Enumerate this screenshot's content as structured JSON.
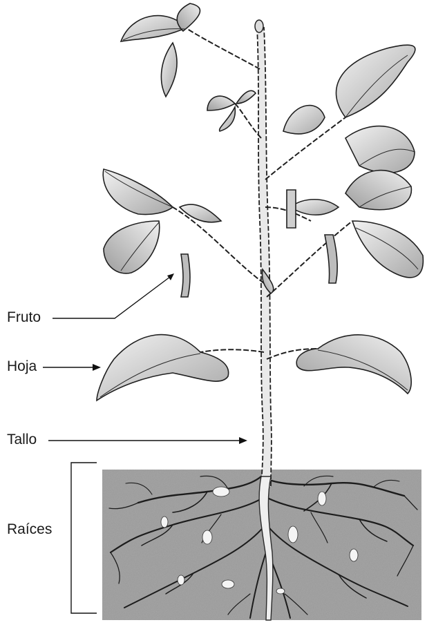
{
  "labels": {
    "fruto": "Fruto",
    "hoja": "Hoja",
    "tallo": "Tallo",
    "raices": "Raíces"
  },
  "colors": {
    "soil": "#a9a9a9",
    "leaf": "#d4d4d4",
    "leaf_shade": "#9a9a9a",
    "line": "#1f1f1f"
  }
}
